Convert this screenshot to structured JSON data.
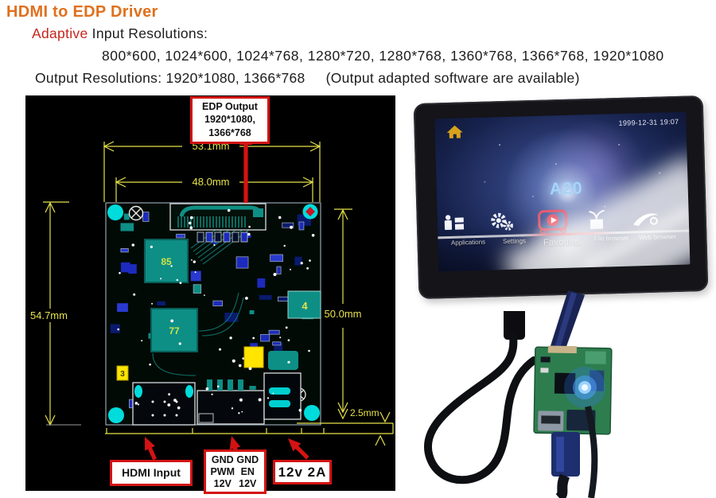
{
  "header": {
    "title": "HDMI to EDP Driver",
    "adaptive": "Adaptive",
    "input_label": " Input Resolutions:",
    "input_resolutions": "800*600, 1024*600, 1024*768, 1280*720, 1280*768, 1360*768, 1366*768, 1920*1080",
    "output_label": "Output Resolutions: 1920*1080, 1366*768",
    "output_note": "(Output adapted software are available)"
  },
  "diagram": {
    "edp_callout": {
      "line1": "EDP Output",
      "line2": "1920*1080, 1366*768"
    },
    "hdmi_callout": "HDMI Input",
    "power_callout": "12v 2A",
    "pin_callout": {
      "r1c1": "GND",
      "r1c2": "GND",
      "r2c1": "PWM",
      "r2c2": "EN",
      "r3c1": "12V",
      "r3c2": "12V"
    },
    "dims": {
      "outer_width": "53.1mm",
      "hole_width": "48.0mm",
      "left_height": "54.7mm",
      "right_height": "50.0mm",
      "bottom_offset": "2.5mm"
    },
    "chips": {
      "u1": "85",
      "u2": "77",
      "u3": "4",
      "u4": "3"
    },
    "colors": {
      "dim_yellow": "#e6e24a",
      "arrow_red": "#d31313",
      "pcb_teal": "#0d8f86",
      "pad_cyan": "#00dcdc",
      "part_blue": "#1c2bbd",
      "part_yellow": "#ffe500",
      "board_photo_green": "#2e7d4f",
      "led_blue": "#4e9eff"
    }
  },
  "photo": {
    "clock": "1999-12-31 19:07",
    "wallpaper_text": "A20",
    "dock": [
      {
        "label": "Applications"
      },
      {
        "label": "Settings"
      },
      {
        "label": "Favorites"
      },
      {
        "label": "File browser"
      },
      {
        "label": "Web browser"
      }
    ]
  }
}
